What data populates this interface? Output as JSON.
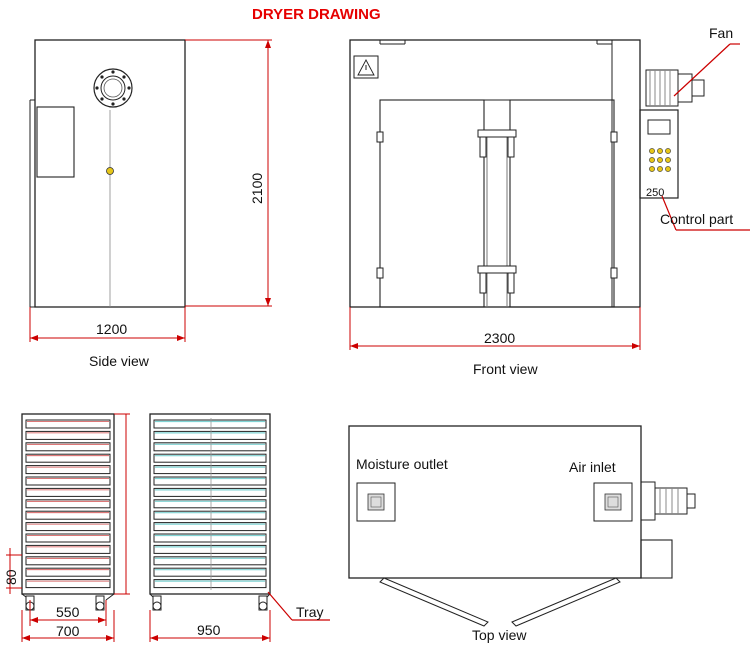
{
  "title": "DRYER DRAWING",
  "side_view": {
    "label": "Side view",
    "height_dim": "2100",
    "width_dim": "1200"
  },
  "front_view": {
    "label": "Front view",
    "width_dim": "2300",
    "panel_code": "250"
  },
  "top_view": {
    "label": "Top view",
    "moisture_outlet": "Moisture outlet",
    "air_inlet": "Air inlet"
  },
  "callouts": {
    "fan": "Fan",
    "control_part": "Control part",
    "tray": "Tray"
  },
  "tray_cart_side": {
    "dim_80": "80",
    "dim_550": "550",
    "dim_700": "700"
  },
  "tray_cart_front": {
    "dim_950": "950"
  },
  "colors": {
    "title": "#e60000",
    "dimension_lines": "#cc0000",
    "outline": "#222222",
    "tray_edge": "#7fd3d3"
  }
}
